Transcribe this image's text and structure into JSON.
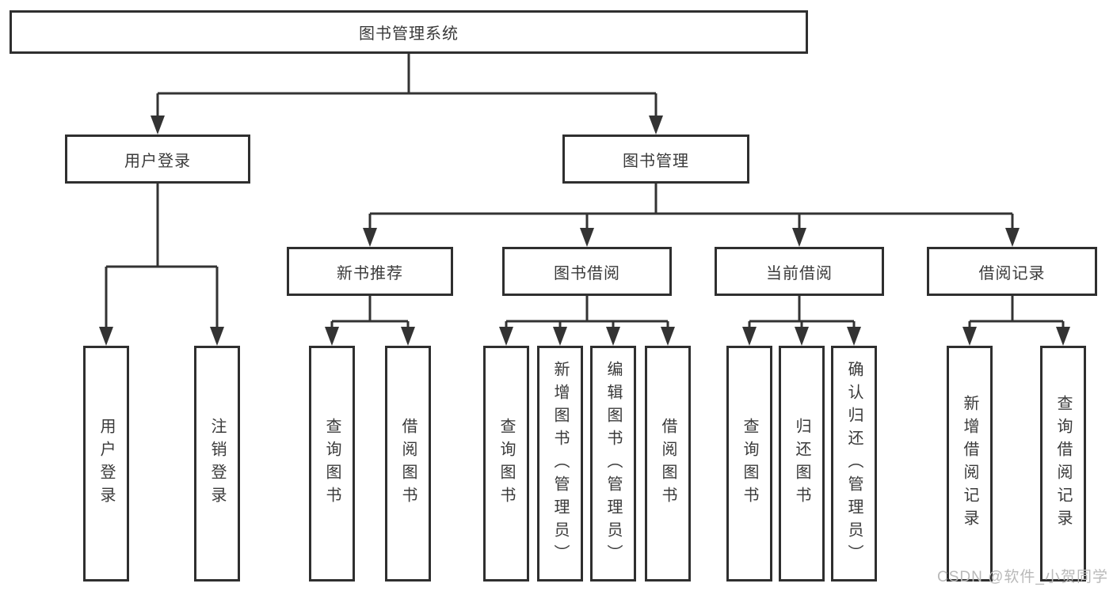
{
  "colors": {
    "line": "#333333",
    "box_border": "#2f2f2f",
    "text": "#3a3a3a",
    "watermark": "#b9b9b9",
    "background": "#ffffff"
  },
  "watermark": "CSDN @软件_小贺同学",
  "tree": {
    "label": "图书管理系统",
    "children": [
      {
        "label": "用户登录",
        "children": [
          {
            "label": "用户登录"
          },
          {
            "label": "注销登录"
          }
        ]
      },
      {
        "label": "图书管理",
        "children": [
          {
            "label": "新书推荐",
            "children": [
              {
                "label": "查询图书"
              },
              {
                "label": "借阅图书"
              }
            ]
          },
          {
            "label": "图书借阅",
            "children": [
              {
                "label": "查询图书"
              },
              {
                "label": "新增图书（管理员）"
              },
              {
                "label": "编辑图书（管理员）"
              },
              {
                "label": "借阅图书"
              }
            ]
          },
          {
            "label": "当前借阅",
            "children": [
              {
                "label": "查询图书"
              },
              {
                "label": "归还图书"
              },
              {
                "label": "确认归还（管理员）"
              }
            ]
          },
          {
            "label": "借阅记录",
            "children": [
              {
                "label": "新增借阅记录"
              },
              {
                "label": "查询借阅记录"
              }
            ]
          }
        ]
      }
    ]
  }
}
